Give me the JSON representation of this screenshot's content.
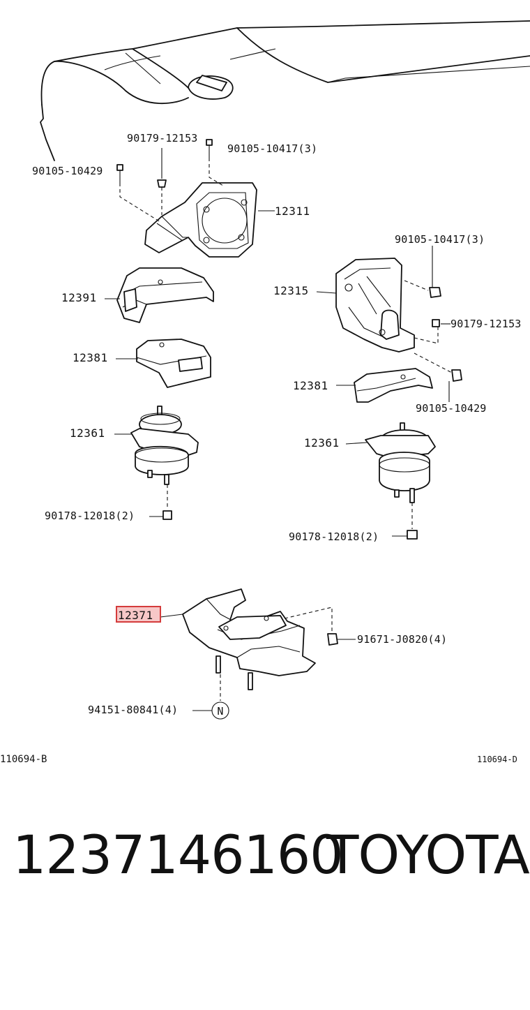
{
  "labels": {
    "p90179_top": "90179-12153",
    "p90105_10417_top": "90105-10417(3)",
    "p90105_10429_top": "90105-10429",
    "p12311": "12311",
    "p12391": "12391",
    "p12381_left": "12381",
    "p12361_left": "12361",
    "p90178_left": "90178-12018(2)",
    "p90105_10417_right": "90105-10417(3)",
    "p12315": "12315",
    "p90179_right": "90179-12153",
    "p12381_right": "12381",
    "p90105_10429_right": "90105-10429",
    "p12361_right": "12361",
    "p90178_right": "90178-12018(2)",
    "p12371": "12371",
    "p91671": "91671-J0820(4)",
    "p94151": "94151-80841(4)",
    "circle_marker": "N"
  },
  "figure_codes": {
    "left": "110694-B",
    "right": "110694-D"
  },
  "footer": {
    "part_number": "1237146160",
    "brand": "TOYOTA"
  },
  "highlight_color": "#d43b3b"
}
